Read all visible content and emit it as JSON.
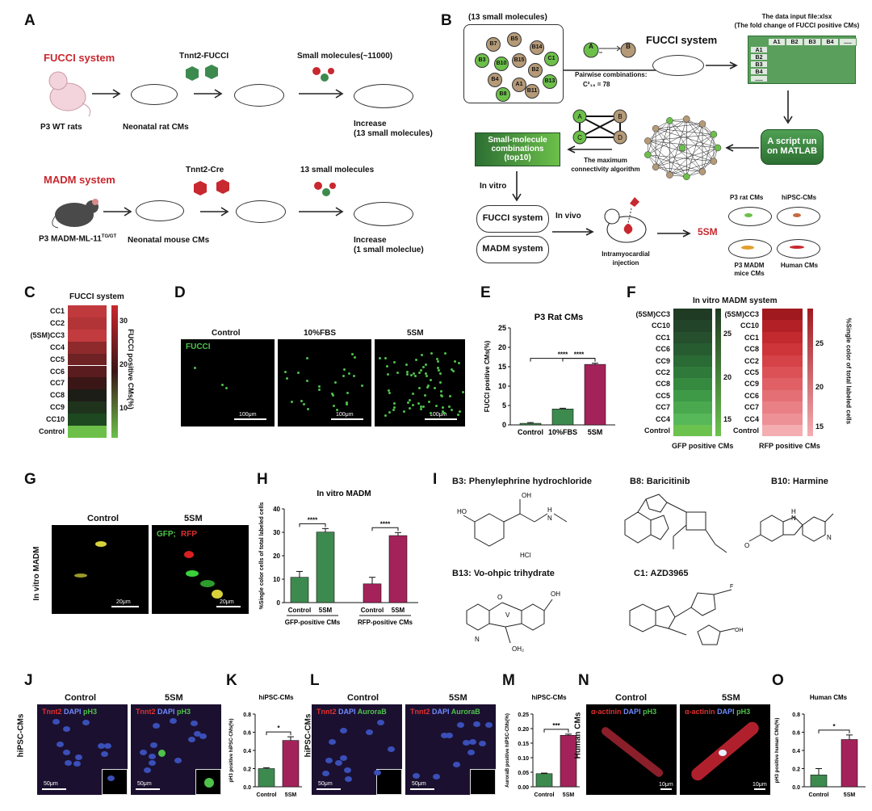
{
  "panels": {
    "A": {
      "letter": "A",
      "fucci_title": "FUCCI system",
      "madm_title": "MADM system",
      "tnnt2_fucci": "Tnnt2-FUCCI",
      "small_molecules_11000": "Small molecules(~11000)",
      "p3_wt_rats": "P3 WT rats",
      "neonatal_rat_cms": "Neonatal rat CMs",
      "increase_13_line1": "Increase",
      "increase_13_line2": "(13 small molecules)",
      "tnnt2_cre": "Tnnt2-Cre",
      "small_molecules_13": "13 small molecules",
      "p3_madm_main": "P3 MADM-ML-11",
      "p3_madm_sup": "TG/GT",
      "neonatal_mouse_cms": "Neonatal mouse CMs",
      "increase_1_line1": "Increase",
      "increase_1_line2": "(1 small moleclue)"
    },
    "B": {
      "letter": "B",
      "molecules_title": "(13 small molecules)",
      "molecules": [
        "B7",
        "B5",
        "B14",
        "B3",
        "B10",
        "B15",
        "C1",
        "B4",
        "B2",
        "A1",
        "B13",
        "B8",
        "B11"
      ],
      "node_a": "A",
      "node_b": "B",
      "pairwise_line1": "Pairwise combinations:",
      "pairwise_line2": "C²₁₃ = 78",
      "fucci_system": "FUCCI system",
      "data_input_line1": "The data input file:xlsx",
      "data_input_line2": "(The fold change of FUCCI positive CMs)",
      "sheet_cols": [
        "A1",
        "B2",
        "B3",
        "B4",
        "....."
      ],
      "sheet_rows": [
        "A1",
        "B2",
        "B3",
        "B4",
        "....."
      ],
      "script_line1": "A script run",
      "script_line2": "on MATLAB",
      "combos_line1": "Small-molecule",
      "combos_line2": "combinations",
      "combos_line3": "(top10)",
      "max_conn_line1": "The maximum",
      "max_conn_line2": "connectivity algorithm",
      "graph_nodes": [
        "A",
        "B",
        "C",
        "D"
      ],
      "in_vitro": "In vitro",
      "fucci_box": "FUCCI system",
      "madm_box": "MADM system",
      "in_vivo": "In vivo",
      "intramyo_line1": "Intramyocardial",
      "intramyo_line2": "injection",
      "fivesm": "5SM",
      "p3_rat_cms": "P3  rat CMs",
      "hipsc_cms": "hiPSC-CMs",
      "p3_madm_mice_line1": "P3 MADM",
      "p3_madm_mice_line2": "mice CMs",
      "human_cms": "Human CMs"
    },
    "C": {
      "letter": "C",
      "title": "FUCCI system",
      "rows": [
        "CC1",
        "CC2",
        "(5SM)CC3",
        "CC4",
        "CC5",
        "CC6",
        "CC7",
        "CC8",
        "CC9",
        "CC10",
        "Control"
      ],
      "colors": [
        "#c0393c",
        "#b23436",
        "#c23b3e",
        "#8e2a2c",
        "#6e2224",
        "#5a1c1e",
        "#3a1616",
        "#1d1d17",
        "#1f331c",
        "#1d4820",
        "#6cc04a"
      ],
      "scale_ticks": [
        "30",
        "20",
        "10"
      ],
      "scale_label": "FUCCI  positive CMs(%)"
    },
    "D": {
      "letter": "D",
      "labels": [
        "Control",
        "10%FBS",
        "5SM"
      ],
      "fucci_tag": "FUCCI",
      "scalebar": "100μm"
    },
    "E": {
      "letter": "E",
      "title": "P3 Rat CMs",
      "ylabel": "FUCCI positive CMs(%)",
      "sig": "****"
    },
    "F": {
      "letter": "F",
      "title": "In vitro MADM system",
      "gfp_rows": [
        "(5SM)CC3",
        "CC10",
        "CC1",
        "CC6",
        "CC9",
        "CC2",
        "CC8",
        "CC5",
        "CC7",
        "CC4",
        "Control"
      ],
      "gfp_colors": [
        "#1f3b24",
        "#22452a",
        "#254f2d",
        "#275c30",
        "#2a6a34",
        "#2f7a3a",
        "#368a40",
        "#3f9a47",
        "#4aa94f",
        "#57b85a",
        "#6cc24f"
      ],
      "gfp_ticks": [
        "25",
        "20",
        "15"
      ],
      "gfp_xlabel": "GFP positive CMs",
      "rfp_rows": [
        "(5SM)CC3",
        "CC10",
        "CC1",
        "CC8",
        "CC2",
        "CC5",
        "CC9",
        "CC6",
        "CC7",
        "CC4",
        "Control"
      ],
      "rfp_colors": [
        "#a0191f",
        "#b32127",
        "#c22a30",
        "#cd353b",
        "#d54248",
        "#db5156",
        "#e06066",
        "#e47076",
        "#e98086",
        "#ee9196",
        "#f4aeb2"
      ],
      "rfp_ticks": [
        "25",
        "20",
        "15"
      ],
      "rfp_xlabel": "RFP positive CMs",
      "rfp_scale_label": "%Single color of total labeled cells"
    },
    "G": {
      "letter": "G",
      "labels": [
        "Control",
        "5SM"
      ],
      "side_label": "In vitro MADM",
      "gfp_tag": "GFP;",
      "rfp_tag": "RFP",
      "scalebar": "20μm"
    },
    "H": {
      "letter": "H",
      "title": "In vitro MADM",
      "ylabel": "%Single color cells of total labeled cells",
      "group_labels": [
        "GFP-positive CMs",
        "RFP-positive CMs"
      ],
      "sig": "****"
    },
    "I": {
      "letter": "I",
      "compounds": [
        "B3: Phenylephrine hydrochloride",
        "B8: Baricitinib",
        "B10: Harmine",
        "B13: Vo-ohpic trihydrate",
        "C1: AZD3965"
      ],
      "hcl": "HCl"
    },
    "J": {
      "letter": "J",
      "labels": [
        "Control",
        "5SM"
      ],
      "side_label": "hiPSC-CMs",
      "stain": [
        "Tnnt2",
        "DAPI",
        "pH3"
      ],
      "scalebar": "50μm"
    },
    "K": {
      "letter": "K",
      "title": "hiPSC-CMs",
      "ylabel": "pH3 positive hiPSC-CMs(%)",
      "sig": "*"
    },
    "L": {
      "letter": "L",
      "labels": [
        "Control",
        "5SM"
      ],
      "side_label": "hiPSC-CMs",
      "stain": [
        "Tnnt2",
        "DAPI",
        "AuroraB"
      ],
      "scalebar": "50μm"
    },
    "M": {
      "letter": "M",
      "title": "hiPSC-CMs",
      "ylabel": "AuroraB positive hiPSC-CMs(%)",
      "sig": "***"
    },
    "N": {
      "letter": "N",
      "labels": [
        "Control",
        "5SM"
      ],
      "side_label": "Human CMs",
      "stain": [
        "α-actinin",
        "DAPI",
        "pH3"
      ],
      "scalebar": "10μm"
    },
    "O": {
      "letter": "O",
      "title": "Human CMs",
      "ylabel": "pH3 positive human CMs(%)",
      "sig": "*"
    }
  },
  "chart_data": [
    {
      "panel": "E",
      "type": "bar",
      "title": "P3 Rat CMs",
      "ylabel": "FUCCI positive CMs(%)",
      "categories": [
        "Control",
        "10%FBS",
        "5SM"
      ],
      "values": [
        0.4,
        4.1,
        15.6
      ],
      "errors": [
        0.2,
        0.2,
        0.3
      ],
      "colors": [
        "#3d8a4f",
        "#3d8a4f",
        "#a4225a"
      ],
      "ylim": [
        0,
        25
      ],
      "yticks": [
        0,
        5,
        10,
        15,
        20,
        25
      ],
      "significance": [
        {
          "from": 0,
          "to": 2,
          "label": "****"
        },
        {
          "from": 1,
          "to": 2,
          "label": "****"
        }
      ]
    },
    {
      "panel": "H",
      "type": "bar",
      "title": "In vitro MADM",
      "ylabel": "%Single color cells of total labeled cells",
      "groups": [
        "GFP-positive CMs",
        "RFP-positive CMs"
      ],
      "categories": [
        "Control",
        "5SM",
        "Control",
        "5SM"
      ],
      "values": [
        10.8,
        30.1,
        8.0,
        28.6
      ],
      "errors": [
        2.5,
        1.5,
        2.8,
        1.3
      ],
      "colors": [
        "#3d8a4f",
        "#3d8a4f",
        "#a4225a",
        "#a4225a"
      ],
      "ylim": [
        0,
        40
      ],
      "yticks": [
        0,
        10,
        20,
        30,
        40
      ],
      "significance": [
        {
          "from": 0,
          "to": 1,
          "label": "****"
        },
        {
          "from": 2,
          "to": 3,
          "label": "****"
        }
      ]
    },
    {
      "panel": "K",
      "type": "bar",
      "title": "hiPSC-CMs",
      "ylabel": "pH3 positive hiPSC-CMs(%)",
      "categories": [
        "Control",
        "5SM"
      ],
      "values": [
        0.2,
        0.51
      ],
      "errors": [
        0.01,
        0.04
      ],
      "colors": [
        "#3d8a4f",
        "#a4225a"
      ],
      "ylim": [
        0,
        0.8
      ],
      "yticks": [
        0.0,
        0.2,
        0.4,
        0.6,
        0.8
      ],
      "significance": [
        {
          "from": 0,
          "to": 1,
          "label": "*"
        }
      ]
    },
    {
      "panel": "M",
      "type": "bar",
      "title": "hiPSC-CMs",
      "ylabel": "AuroraB positive hiPSC-CMs(%)",
      "categories": [
        "Control",
        "5SM"
      ],
      "values": [
        0.045,
        0.177
      ],
      "errors": [
        0.002,
        0.004
      ],
      "colors": [
        "#3d8a4f",
        "#a4225a"
      ],
      "ylim": [
        0,
        0.25
      ],
      "yticks": [
        0.0,
        0.05,
        0.1,
        0.15,
        0.2,
        0.25
      ],
      "significance": [
        {
          "from": 0,
          "to": 1,
          "label": "***"
        }
      ]
    },
    {
      "panel": "O",
      "type": "bar",
      "title": "Human CMs",
      "ylabel": "pH3 positive human CMs(%)",
      "categories": [
        "Control",
        "5SM"
      ],
      "values": [
        0.13,
        0.52
      ],
      "errors": [
        0.07,
        0.05
      ],
      "colors": [
        "#3d8a4f",
        "#a4225a"
      ],
      "ylim": [
        0,
        0.8
      ],
      "yticks": [
        0.0,
        0.2,
        0.4,
        0.6,
        0.8
      ],
      "significance": [
        {
          "from": 0,
          "to": 1,
          "label": "*"
        }
      ]
    }
  ]
}
